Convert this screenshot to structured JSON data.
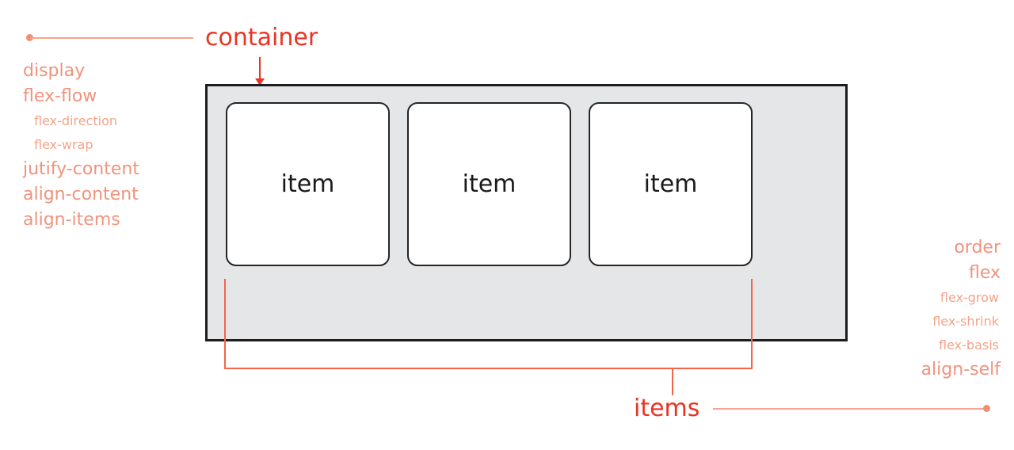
{
  "diagram": {
    "title": "CSS Flexbox properties diagram",
    "colors": {
      "headline_red": "#ea3323",
      "property_salmon": "#f0937d",
      "subproperty_salmon": "#f3a389",
      "leader_line": "#f5a48f",
      "bracket": "#f4654a",
      "container_fill": "#e5e6e7",
      "container_border": "#1d1d1d",
      "item_fill": "#ffffff",
      "item_border": "#262626",
      "item_text": "#1a1a1a",
      "page_background": "#ffffff"
    }
  },
  "container_label": "container",
  "items_label": "items",
  "container_properties": [
    {
      "label": "display",
      "level": "main"
    },
    {
      "label": "flex-flow",
      "level": "main"
    },
    {
      "label": "flex-direction",
      "level": "sub"
    },
    {
      "label": "flex-wrap",
      "level": "sub"
    },
    {
      "label": "jutify-content",
      "level": "main"
    },
    {
      "label": "align-content",
      "level": "main"
    },
    {
      "label": "align-items",
      "level": "main"
    }
  ],
  "item_properties": [
    {
      "label": "order",
      "level": "main"
    },
    {
      "label": "flex",
      "level": "main"
    },
    {
      "label": "flex-grow",
      "level": "sub"
    },
    {
      "label": "flex-shrink",
      "level": "sub"
    },
    {
      "label": "flex-basis",
      "level": "sub"
    },
    {
      "label": "align-self",
      "level": "main"
    }
  ],
  "flex_items": [
    {
      "label": "item"
    },
    {
      "label": "item"
    },
    {
      "label": "item"
    }
  ]
}
